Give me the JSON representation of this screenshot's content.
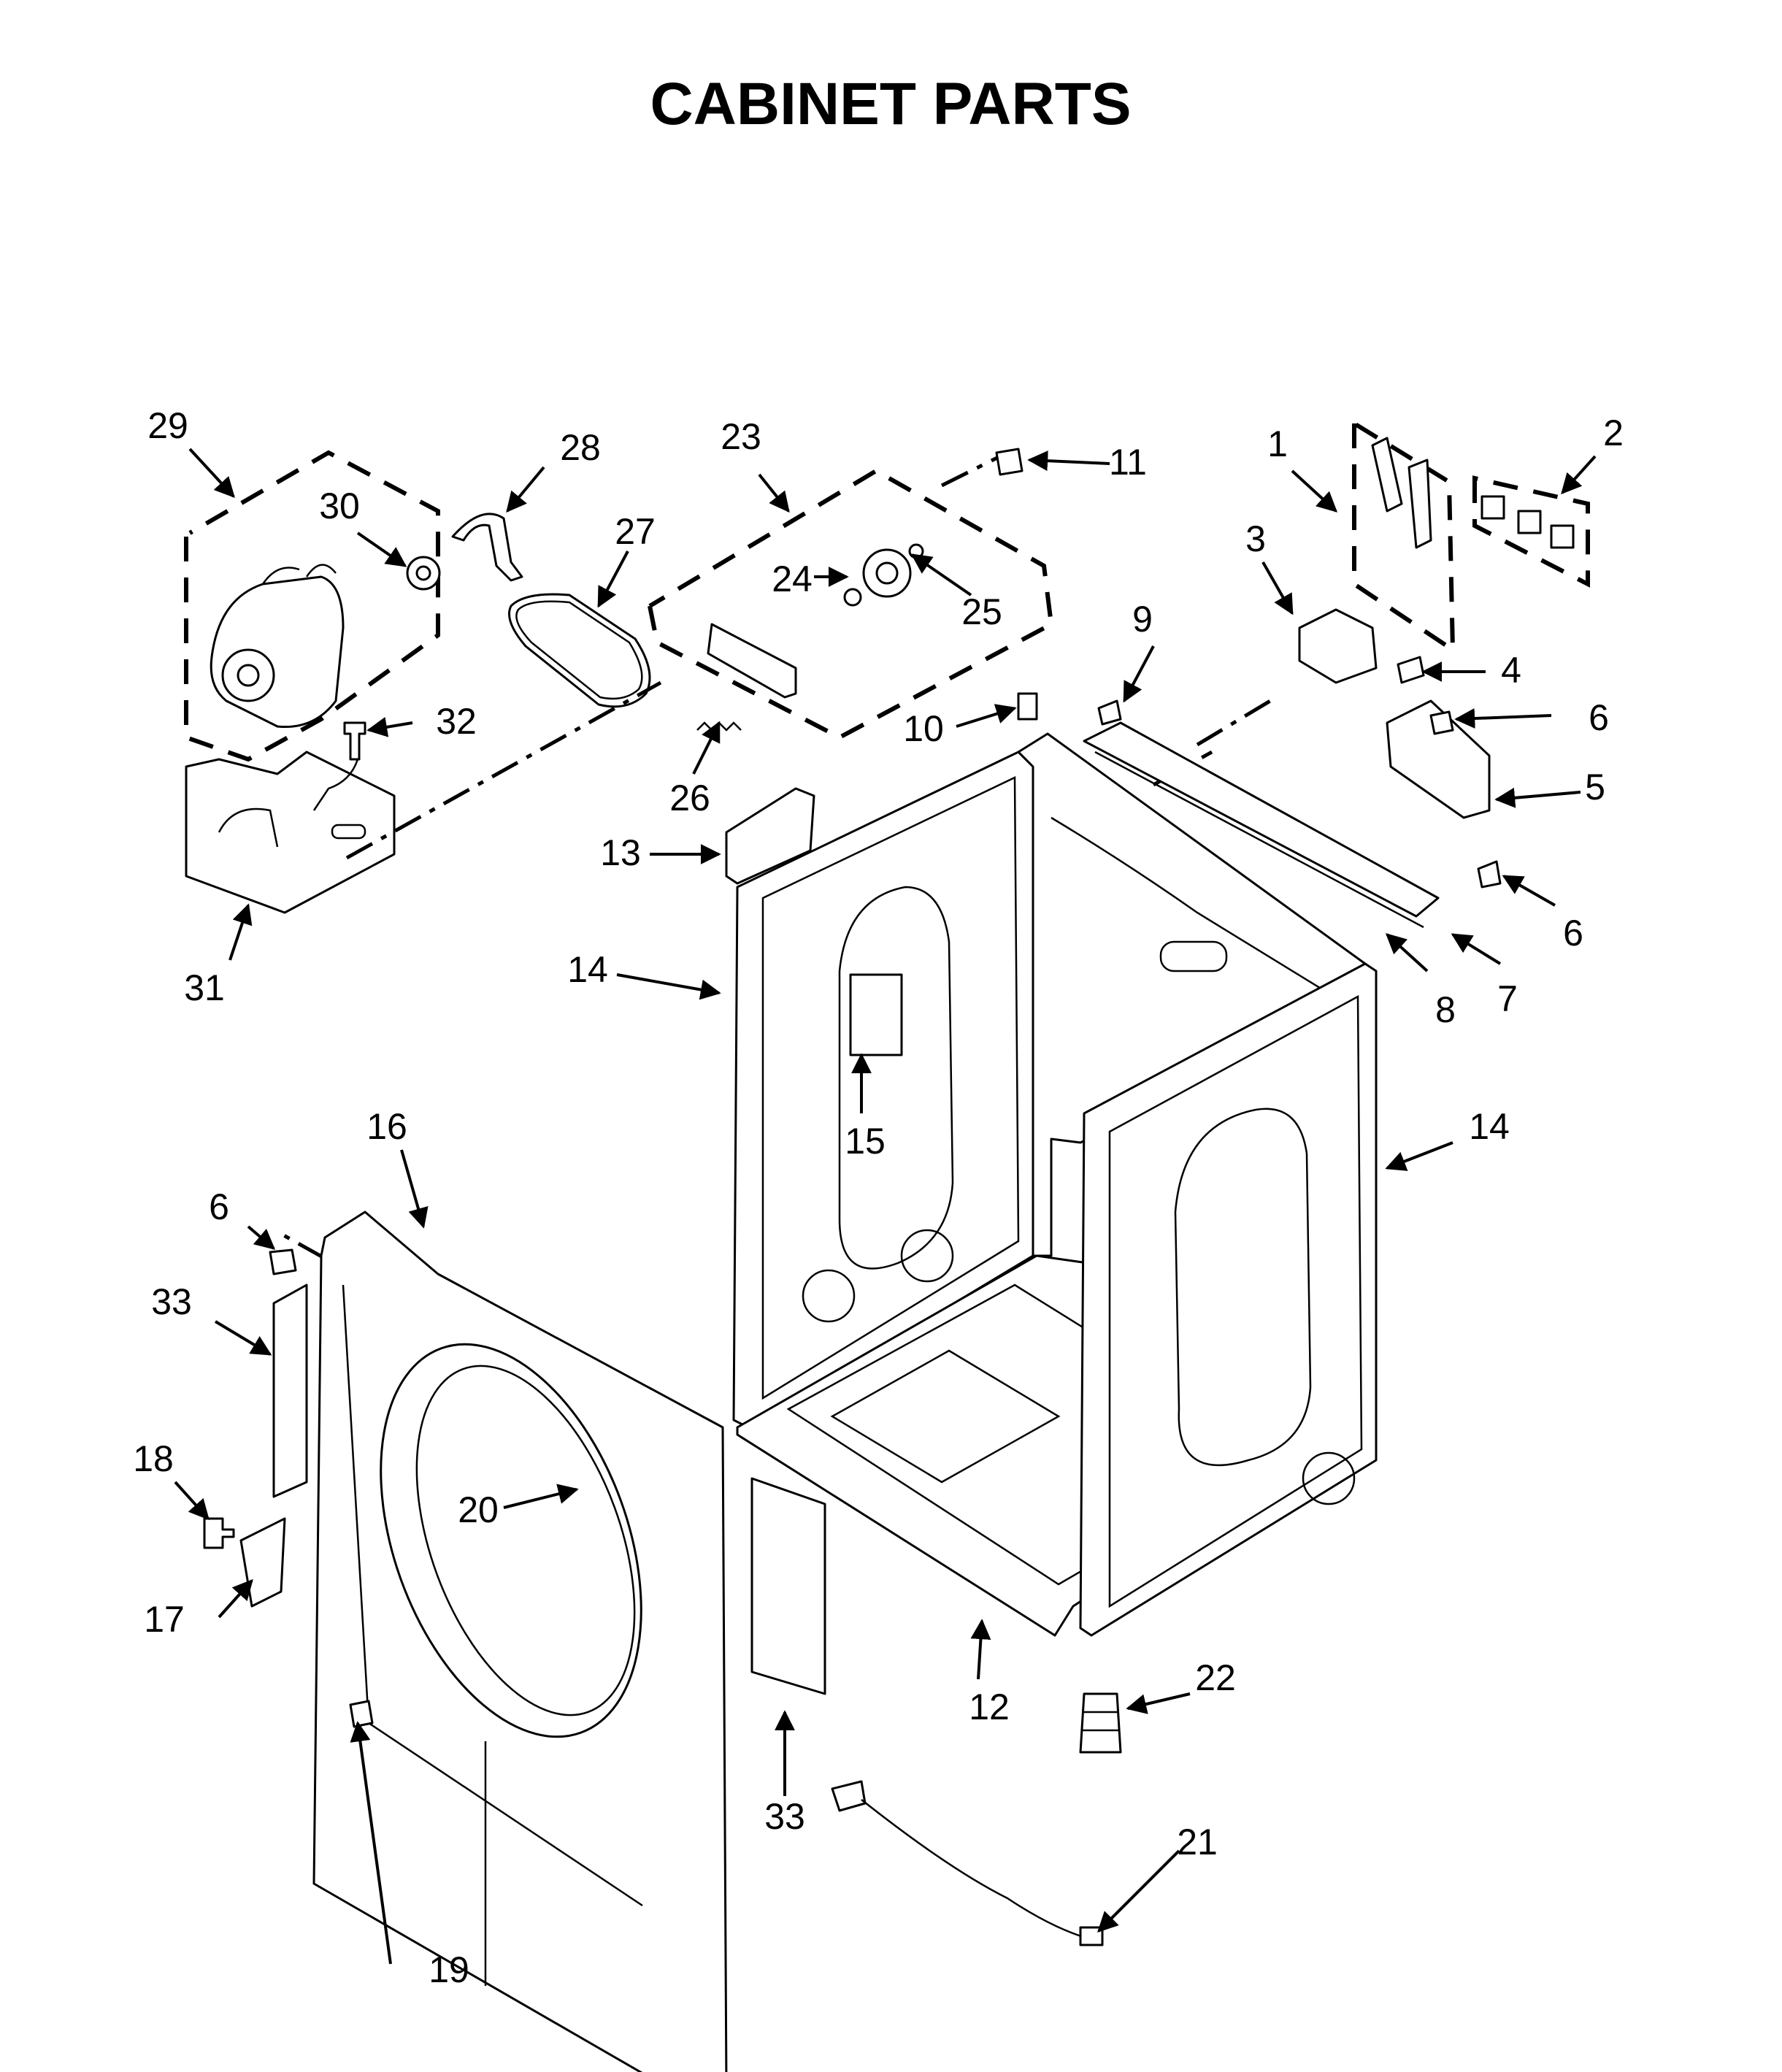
{
  "title": "CABINET PARTS",
  "callouts": [
    "1",
    "2",
    "3",
    "4",
    "5",
    "6",
    "6",
    "6",
    "7",
    "8",
    "9",
    "10",
    "11",
    "12",
    "13",
    "14",
    "14",
    "15",
    "16",
    "17",
    "18",
    "19",
    "20",
    "21",
    "22",
    "23",
    "24",
    "25",
    "26",
    "27",
    "28",
    "29",
    "30",
    "31",
    "32",
    "33",
    "33"
  ]
}
